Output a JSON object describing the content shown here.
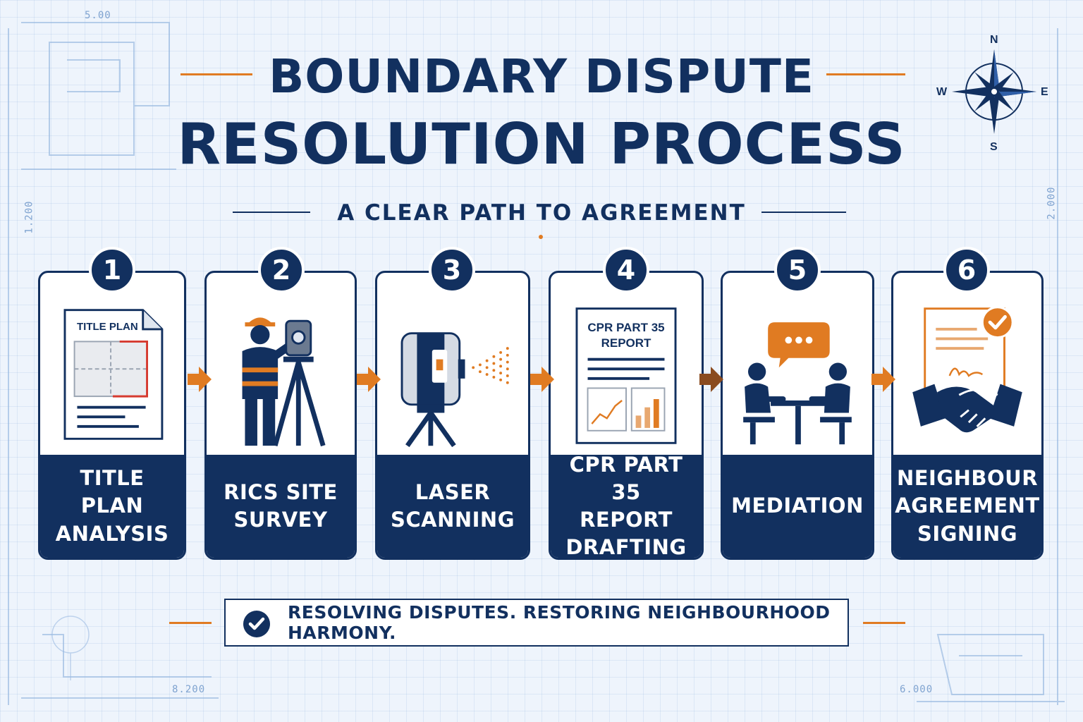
{
  "header": {
    "title_line1": "BOUNDARY DISPUTE",
    "title_line2": "RESOLUTION PROCESS",
    "subtitle": "A CLEAR PATH TO AGREEMENT"
  },
  "compass": {
    "north": "N",
    "south": "S",
    "east": "E",
    "west": "W"
  },
  "blueprint_notes": {
    "top_left": "5.00",
    "left": "1.200",
    "right": "2.000",
    "bottom_left": "8.200",
    "bottom_right": "6.000"
  },
  "steps": [
    {
      "number": "1",
      "label": "TITLE PLAN\nANALYSIS",
      "icon": "title-plan-document-icon",
      "icon_text": "TITLE PLAN"
    },
    {
      "number": "2",
      "label": "RICS SITE\nSURVEY",
      "icon": "surveyor-with-total-station-icon"
    },
    {
      "number": "3",
      "label": "LASER\nSCANNING",
      "icon": "laser-scanner-icon"
    },
    {
      "number": "4",
      "label": "CPR PART 35\nREPORT\nDRAFTING",
      "icon": "report-document-icon",
      "icon_text_line1": "CPR PART 35",
      "icon_text_line2": "REPORT"
    },
    {
      "number": "5",
      "label": "MEDIATION",
      "icon": "mediation-meeting-icon"
    },
    {
      "number": "6",
      "label": "NEIGHBOUR\nAGREEMENT\nSIGNING",
      "icon": "handshake-agreement-icon"
    }
  ],
  "tagline": "RESOLVING DISPUTES. RESTORING NEIGHBOURHOOD HARMONY.",
  "colors": {
    "navy": "#12305f",
    "orange": "#e07b22",
    "arrow_brown": "#8a4b1f",
    "background": "#eef4fc"
  }
}
